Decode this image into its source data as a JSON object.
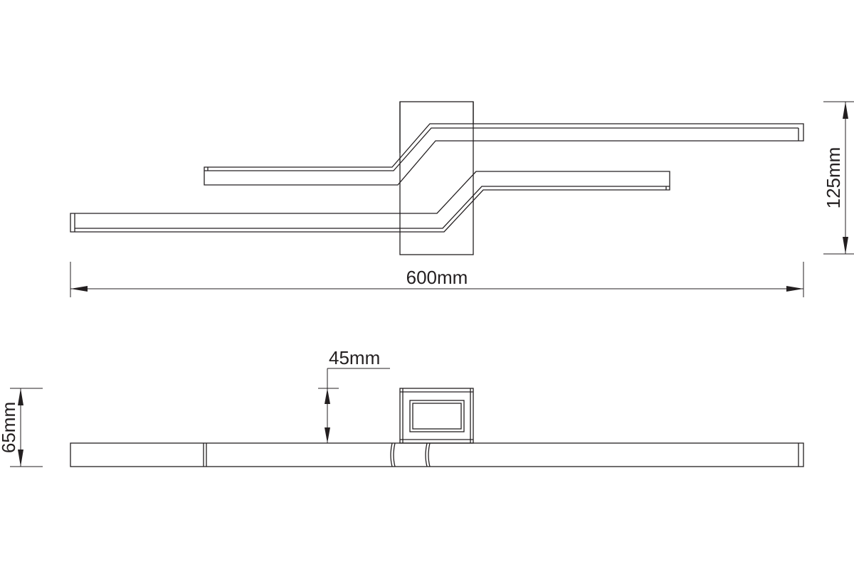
{
  "drawing": {
    "dimensions": {
      "width_label": "600mm",
      "height_label": "125mm",
      "mount_label": "45mm",
      "depth_label": "65mm"
    },
    "colors": {
      "line": "#231f20",
      "background": "#ffffff"
    }
  }
}
